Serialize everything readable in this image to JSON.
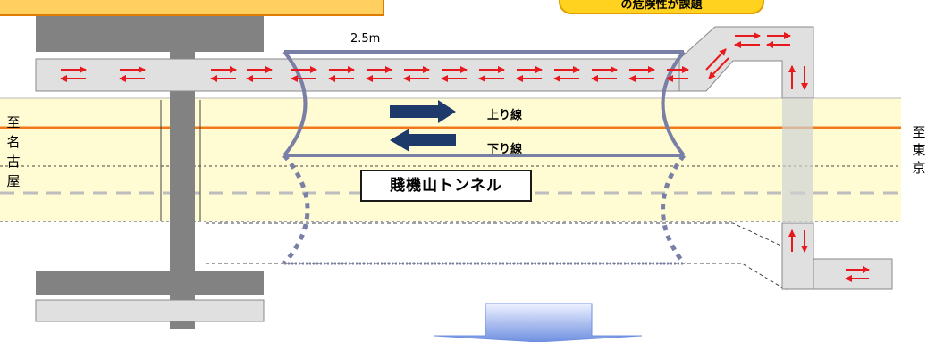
{
  "labels": {
    "dimension": "2.5m",
    "lane_up": "上り線",
    "lane_down": "下り線",
    "tunnel_name": "賤機山トンネル",
    "callout": "の危険性が課題",
    "to_left": "至名古屋",
    "to_right": "至東京"
  },
  "colors": {
    "arrow_red": "#e8191d",
    "road_yellow": "#fffbd2",
    "centerline_orange": "#f07a1a",
    "grey_road": "#e0e0e0",
    "structure_grey": "#828282",
    "tunnel_outline": "#7a7fa6",
    "direction_arrow": "#1d3a6b",
    "callout_fill": "#ffd21f",
    "down_arrow_blue": "#6f8fe0"
  },
  "icons": {
    "flow_arrow": "red-double-arrow",
    "direction_arrow": "navy-block-arrow",
    "proceed_arrow": "blue-down-arrow"
  }
}
